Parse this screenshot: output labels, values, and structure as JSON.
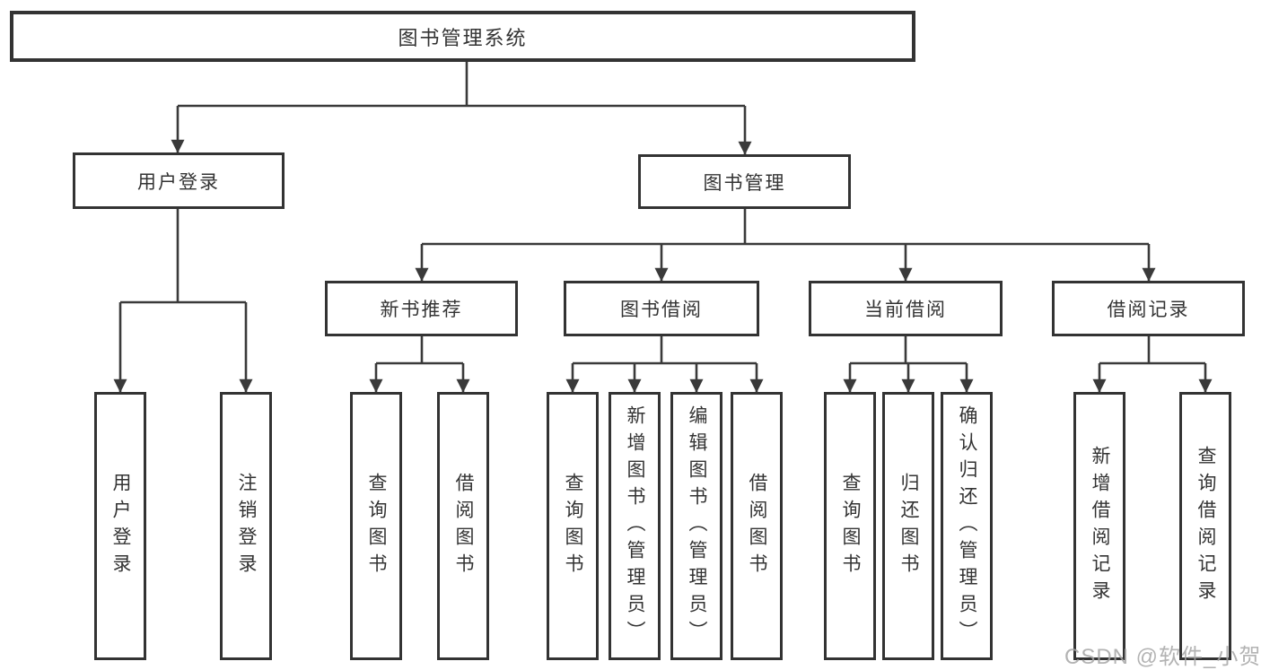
{
  "diagram": {
    "root": {
      "label": "图书管理系统"
    },
    "branches": [
      {
        "label": "用户登录",
        "children": [
          {
            "label": "用户登录"
          },
          {
            "label": "注销登录"
          }
        ]
      },
      {
        "label": "图书管理",
        "children": [
          {
            "label": "新书推荐",
            "children": [
              {
                "label": "查询图书"
              },
              {
                "label": "借阅图书"
              }
            ]
          },
          {
            "label": "图书借阅",
            "children": [
              {
                "label": "查询图书"
              },
              {
                "label": "新增图书（管理员）"
              },
              {
                "label": "编辑图书（管理员）"
              },
              {
                "label": "借阅图书"
              }
            ]
          },
          {
            "label": "当前借阅",
            "children": [
              {
                "label": "查询图书"
              },
              {
                "label": "归还图书"
              },
              {
                "label": "确认归还（管理员）"
              }
            ]
          },
          {
            "label": "借阅记录",
            "children": [
              {
                "label": "新增借阅记录"
              },
              {
                "label": "查询借阅记录"
              }
            ]
          }
        ]
      }
    ]
  },
  "watermark": {
    "text": "CSDN @软件_小贺同学",
    "color": "#a6a6a6"
  },
  "colors": {
    "line": "#3a3a3a",
    "border": "#333333",
    "text": "#333333",
    "background": "#ffffff"
  }
}
